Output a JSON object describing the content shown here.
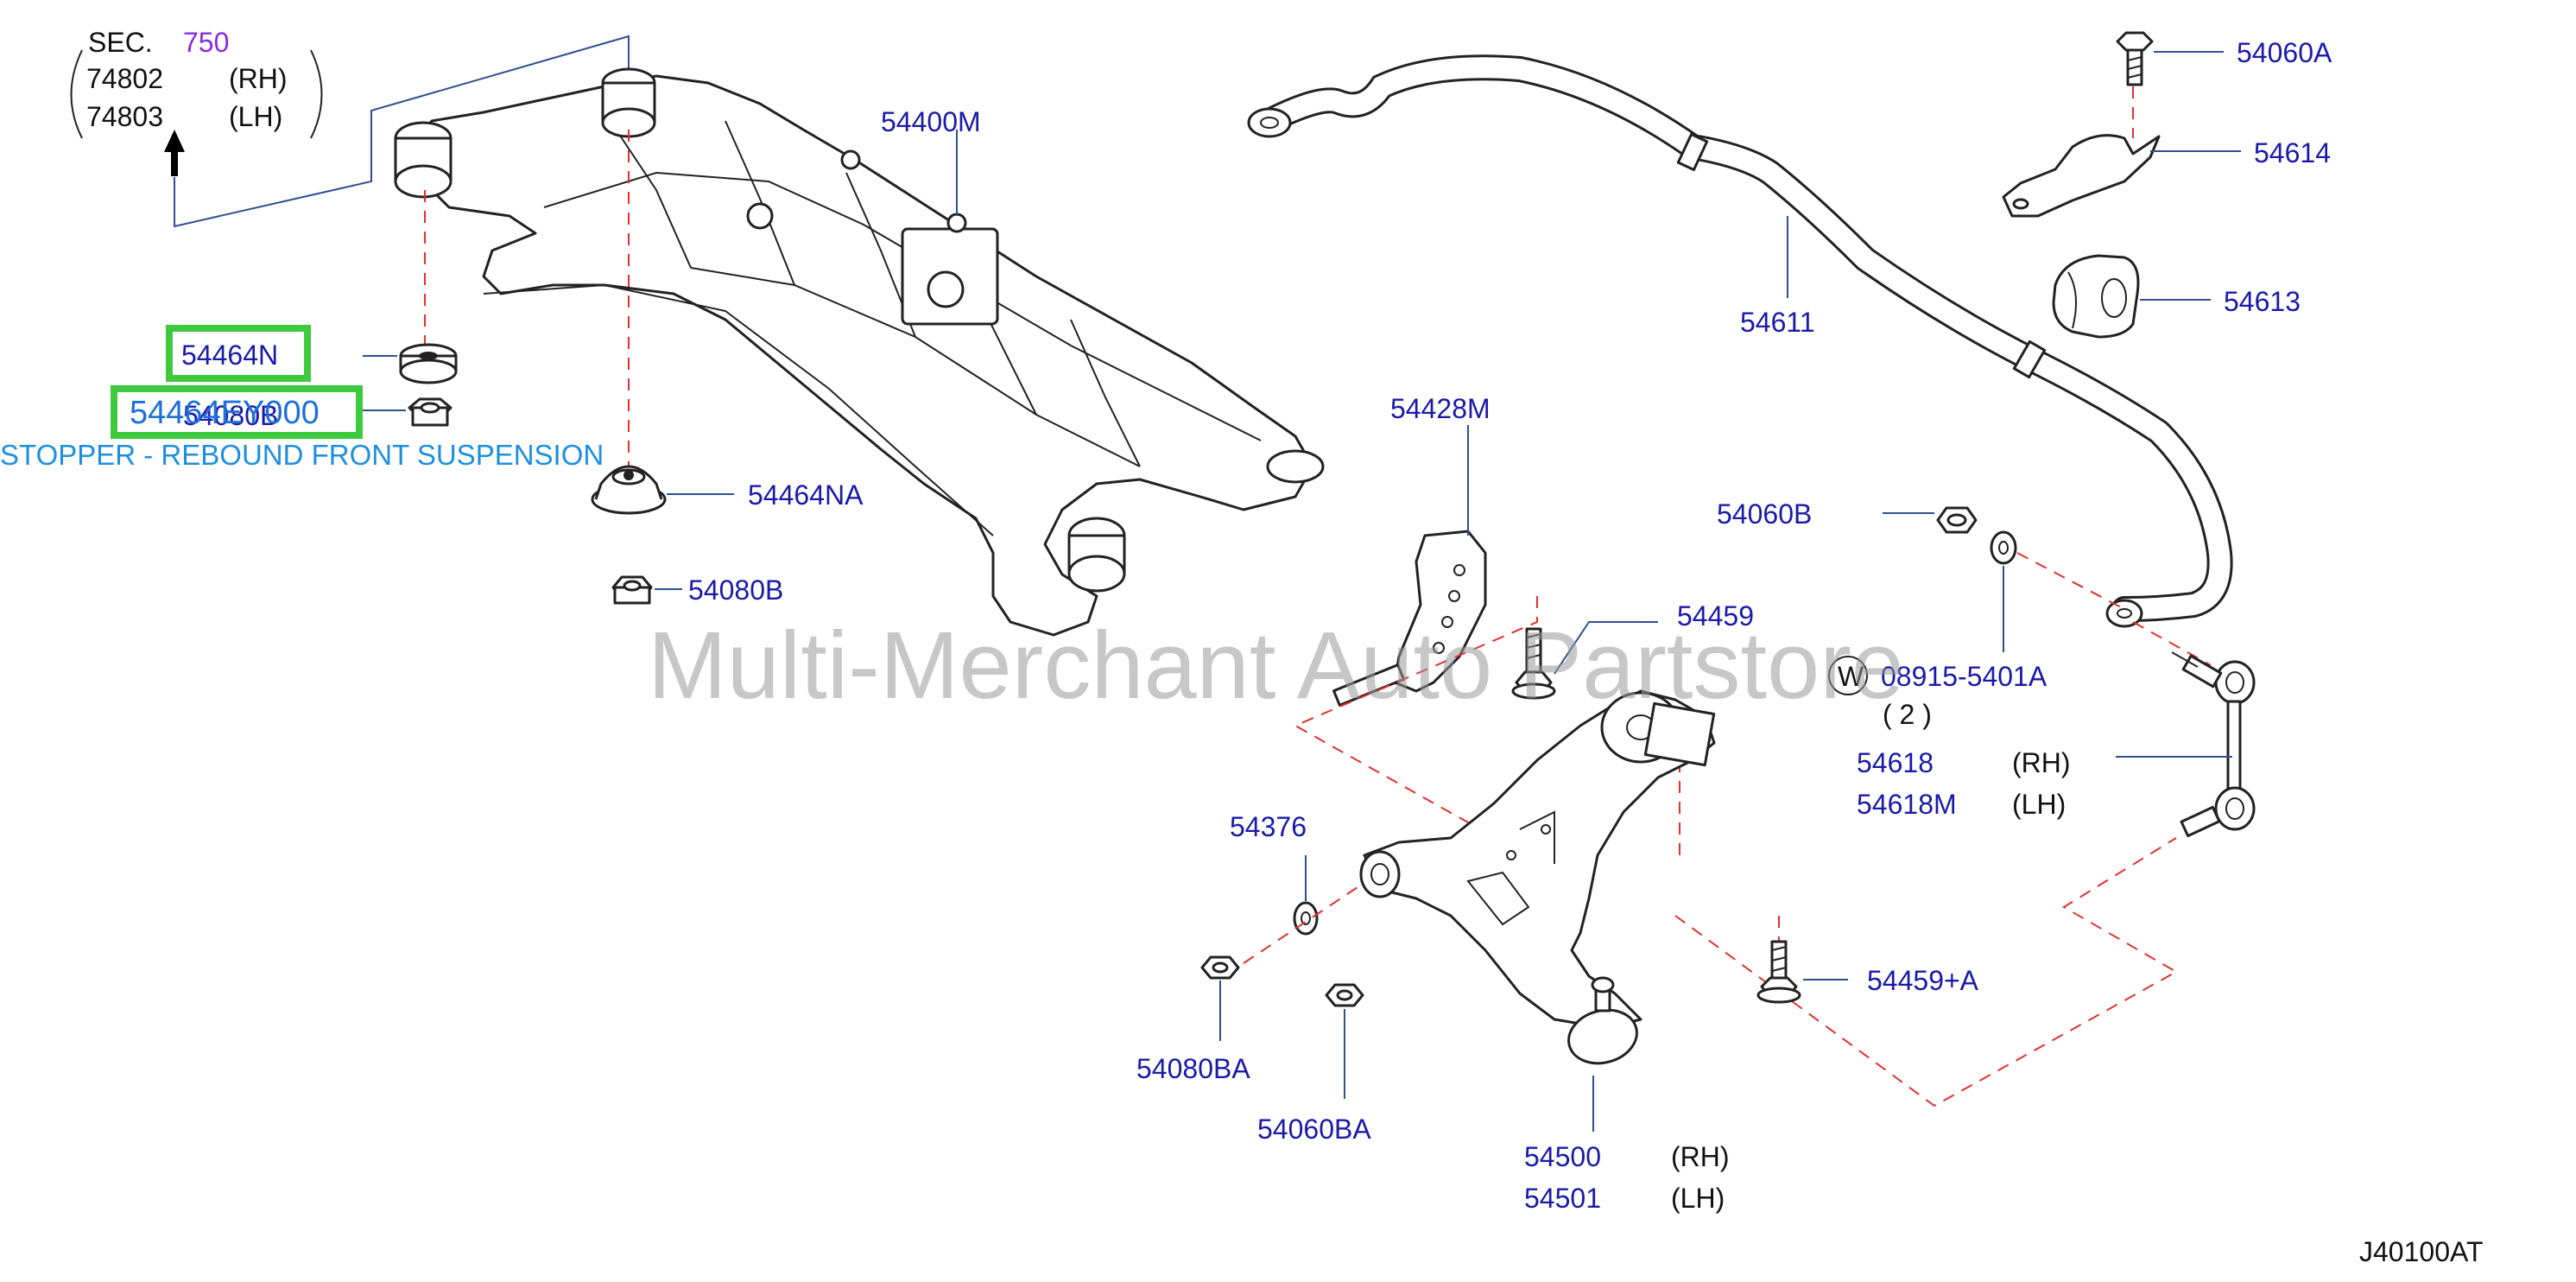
{
  "section_ref": {
    "sec_label": "SEC.",
    "sec_number": "750",
    "rh_part": "74802",
    "rh_side": "(RH)",
    "lh_part": "74803",
    "lh_side": "(LH)"
  },
  "part_labels": {
    "crossmember": "54400M",
    "bolt_top_right": "54060A",
    "clamp": "54614",
    "bushing_stabilizer": "54613",
    "stabilizer_bar": "54611",
    "bracket": "54428M",
    "nut_54060b": "54060B",
    "bolt_54459": "54459",
    "washer_w": "W",
    "washer_part": "08915-5401A",
    "washer_qty": "( 2 )",
    "link_rh": "54618",
    "link_rh_side": "(RH)",
    "link_lh": "54618M",
    "link_lh_side": "(LH)",
    "stopper_lower": "54464NA",
    "nut_lower": "54080B",
    "washer_54376": "54376",
    "nut_54080ba": "54080BA",
    "nut_54060ba": "54060BA",
    "bolt_54459a": "54459+A",
    "arm_rh": "54500",
    "arm_rh_side": "(RH)",
    "arm_lh": "54501",
    "arm_lh_side": "(LH)",
    "diagram_code": "J40100AT"
  },
  "highlights": {
    "stopper_part": "54464N",
    "nut_part_overlay": "54080B",
    "selected_part_number": "54464EY000",
    "tooltip": "STOPPER - REBOUND FRONT SUSPENSION"
  },
  "watermark": "Multi-Merchant Auto Partstore",
  "colors": {
    "label_blue": "#1a1aa8",
    "highlight_green": "#3ec93e",
    "tooltip_blue": "#1e8fe0",
    "dash_red": "#e03030",
    "sec_purple": "#8a2be2"
  }
}
